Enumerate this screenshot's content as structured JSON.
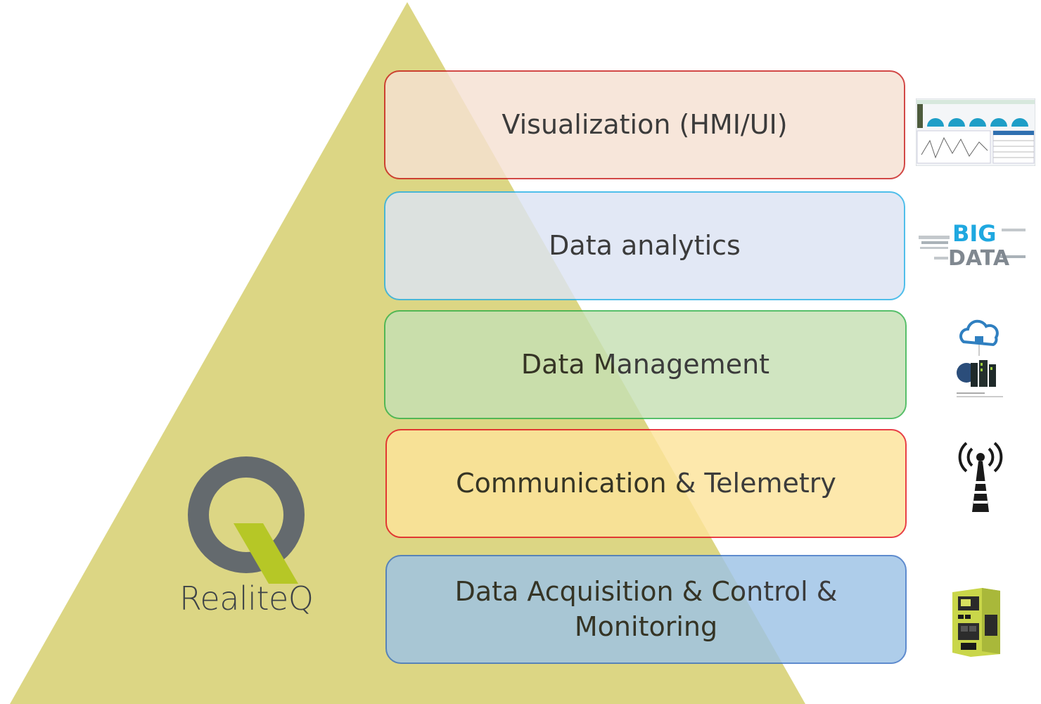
{
  "brand": {
    "name": "RealiteQ",
    "colors": {
      "gray": "#646a6e",
      "green": "#b6c726"
    }
  },
  "pyramid": {
    "fill": "#dcd684"
  },
  "layers": [
    {
      "label": "Visualization (HMI/UI)",
      "fill": "#f6e1d3",
      "border": "#c9211e",
      "icon": "dashboard-thumbnail-icon"
    },
    {
      "label": "Data analytics",
      "fill": "#dce4f4",
      "border": "#29b0e6",
      "icon": "big-data-word-cloud-icon"
    },
    {
      "label": "Data Management",
      "fill": "#c6e0b4",
      "border": "#33b14a",
      "icon": "cloud-server-icon"
    },
    {
      "label": "Communication & Telemetry",
      "fill": "#fde49a",
      "border": "#e3161f",
      "icon": "antenna-tower-icon"
    },
    {
      "label": "Data Acquisition & Control & Monitoring",
      "fill": "#9dc3e6",
      "border": "#3b72c4",
      "icon": "controller-device-icon"
    }
  ],
  "icons": {
    "big_data": {
      "line1": "BIG",
      "line2": "DATA"
    }
  }
}
